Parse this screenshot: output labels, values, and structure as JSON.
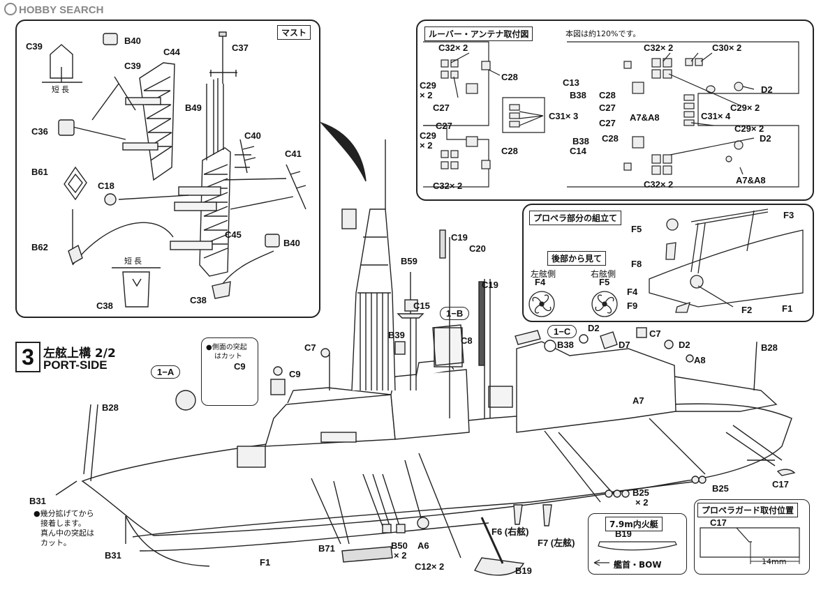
{
  "watermark": "HOBBY SEARCH",
  "mast_panel": {
    "title": "マスト",
    "c39_dim": "短 長",
    "c38_dim": "短 長",
    "labels": [
      "C39",
      "B40",
      "C44",
      "C39",
      "C37",
      "B49",
      "C36",
      "C40",
      "C41",
      "B61",
      "C18",
      "C45",
      "B62",
      "B40",
      "C38",
      "C38"
    ]
  },
  "louver_panel": {
    "title": "ルーバー・アンテナ取付図",
    "note": "本図は約120%です。",
    "labels": [
      "C32× 2",
      "C29",
      "× 2",
      "C28",
      "C27",
      "C31× 3",
      "C27",
      "C29",
      "× 2",
      "C28",
      "C32× 2",
      "C32× 2",
      "C30× 2",
      "C13",
      "C28",
      "B38",
      "D2",
      "C27",
      "A7&A8",
      "C29× 2",
      "C31× 4",
      "C27",
      "C29× 2",
      "B38",
      "C28",
      "D2",
      "C14",
      "C32× 2",
      "A7&A8"
    ]
  },
  "prop_panel": {
    "title": "プロペラ部分の組立て",
    "rear_title": "後部から見て",
    "port_label": "左舷側",
    "stbd_label": "右舷側",
    "labels": [
      "F5",
      "F3",
      "F8",
      "F4",
      "F5",
      "F4",
      "F9",
      "F2",
      "F1"
    ]
  },
  "step": {
    "number": "3",
    "title_jp": "左舷上構",
    "page": "2/2",
    "title_en": "PORT-SIDE",
    "sub_a": "1−A",
    "sub_b": "1−B",
    "sub_c": "1−C"
  },
  "c9_note": {
    "line1": "●側面の突起",
    "line2": "はカット",
    "label": "C9"
  },
  "b31_note": {
    "line1": "●幾分拡げてから",
    "line2": "接着します。",
    "line3": "真ん中の突起は",
    "line4": "カット。"
  },
  "hull_labels": [
    "C19",
    "C20",
    "C19",
    "B59",
    "C15",
    "C7",
    "B39",
    "C8",
    "D2",
    "C7",
    "B38",
    "D7",
    "D2",
    "B28",
    "A8",
    "C9",
    "A7",
    "B28",
    "B31",
    "B31",
    "F1",
    "B71",
    "B50",
    "× 2",
    "A6",
    "C12× 2",
    "B19",
    "F6 (右舷)",
    "F7 (左舷)",
    "B25",
    "× 2",
    "B25",
    "C17"
  ],
  "boat_box": {
    "title": "7.9m内火艇",
    "label": "B19",
    "bow": "艦首・BOW"
  },
  "guard_box": {
    "title": "プロペラガード取付位置",
    "label": "C17",
    "dim": "14mm"
  }
}
